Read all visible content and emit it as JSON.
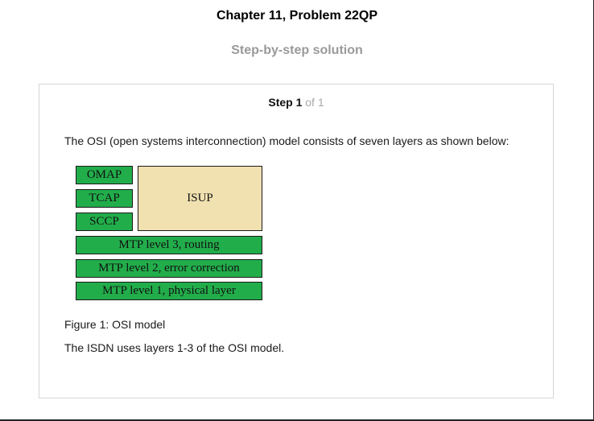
{
  "header": {
    "chapter_title": "Chapter 11, Problem 22QP",
    "subtitle": "Step-by-step solution"
  },
  "step": {
    "label": "Step 1",
    "of": "of 1",
    "intro": "The OSI (open systems interconnection) model consists of seven layers as shown below:",
    "figure": {
      "layers": {
        "omap": "OMAP",
        "tcap": "TCAP",
        "sccp": "SCCP",
        "isup": "ISUP",
        "mtp3": "MTP level 3, routing",
        "mtp2": "MTP level 2, error correction",
        "mtp1": "MTP level 1, physical layer"
      },
      "colors": {
        "layer_fill": "#22ad4b",
        "isup_fill": "#f1e1b0"
      }
    },
    "caption": "Figure 1: OSI model",
    "conclusion": "The ISDN uses layers 1-3 of the OSI model."
  }
}
